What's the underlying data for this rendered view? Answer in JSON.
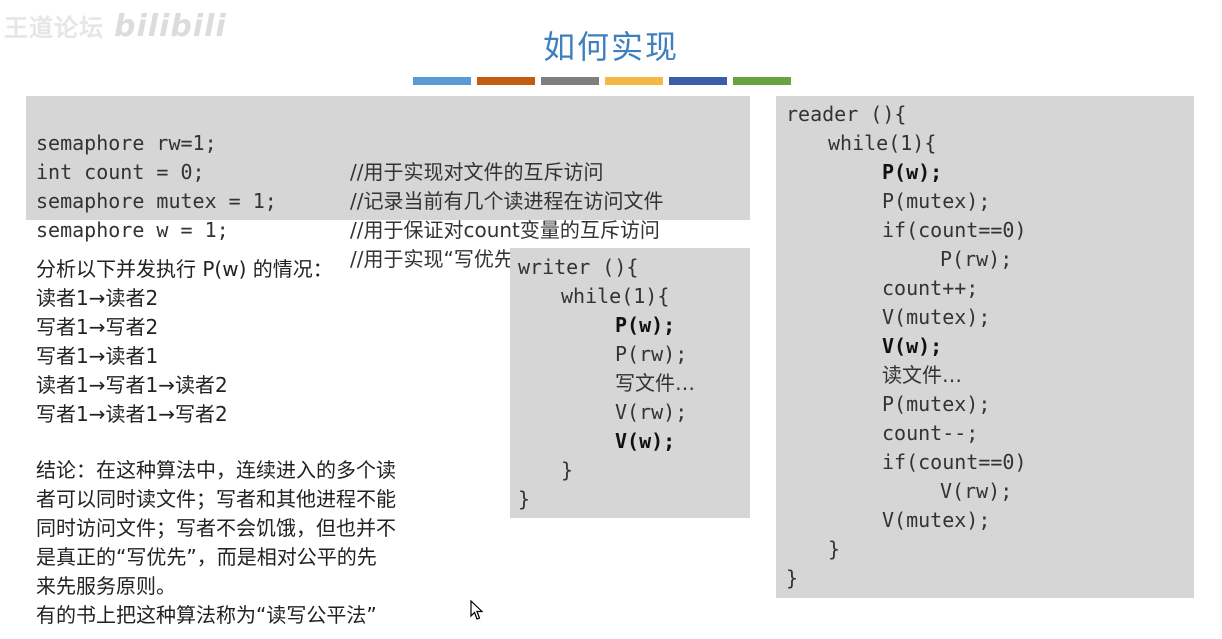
{
  "watermark": {
    "text": "王道论坛",
    "logo": "bilibili"
  },
  "slide_title": "如何实现",
  "title_bar_colors": [
    "#5b9bd5",
    "#c55a11",
    "#7f7f7f",
    "#f4b942",
    "#3a5fa8",
    "#6aa240"
  ],
  "declarations": [
    {
      "code": "semaphore rw=1;",
      "comment": "//用于实现对文件的互斥访问"
    },
    {
      "code": "int count = 0;",
      "comment": "//记录当前有几个读进程在访问文件"
    },
    {
      "code": "semaphore mutex = 1;",
      "comment": "//用于保证对count变量的互斥访问"
    },
    {
      "code": "semaphore w = 1;",
      "comment": "//用于实现“写优先”"
    }
  ],
  "analysis": {
    "heading": "分析以下并发执行 P(w) 的情况：",
    "cases": [
      "读者1→读者2",
      "写者1→写者2",
      "写者1→读者1",
      "读者1→写者1→读者2",
      "写者1→读者1→写者2"
    ]
  },
  "conclusion": {
    "lines": [
      "结论：在这种算法中，连续进入的多个读",
      "者可以同时读文件；写者和其他进程不能",
      "同时访问文件；写者不会饥饿，但也并不",
      "是真正的“写优先”，而是相对公平的先",
      "来先服务原则。",
      "有的书上把这种算法称为“读写公平法”"
    ]
  },
  "writer_code": [
    {
      "text": "writer (){",
      "indent": 0,
      "bold": false
    },
    {
      "text": "while(1){",
      "indent": 1,
      "bold": false
    },
    {
      "text": "P(w);",
      "indent": 2,
      "bold": true
    },
    {
      "text": "P(rw);",
      "indent": 2,
      "bold": false
    },
    {
      "text": "写文件…",
      "indent": 2,
      "bold": false
    },
    {
      "text": "V(rw);",
      "indent": 2,
      "bold": false
    },
    {
      "text": "V(w);",
      "indent": 2,
      "bold": true
    },
    {
      "text": "}",
      "indent": 1,
      "bold": false
    },
    {
      "text": "}",
      "indent": 0,
      "bold": false
    }
  ],
  "reader_code": [
    {
      "text": "reader (){",
      "indent": 0,
      "bold": false
    },
    {
      "text": "while(1){",
      "indent": 1,
      "bold": false
    },
    {
      "text": "P(w);",
      "indent": 2,
      "bold": true
    },
    {
      "text": "P(mutex);",
      "indent": 2,
      "bold": false
    },
    {
      "text": "if(count==0)",
      "indent": 2,
      "bold": false
    },
    {
      "text": "P(rw);",
      "indent": 3,
      "bold": false
    },
    {
      "text": "count++;",
      "indent": 2,
      "bold": false
    },
    {
      "text": "V(mutex);",
      "indent": 2,
      "bold": false
    },
    {
      "text": "V(w);",
      "indent": 2,
      "bold": true
    },
    {
      "text": "读文件…",
      "indent": 2,
      "bold": false
    },
    {
      "text": "P(mutex);",
      "indent": 2,
      "bold": false
    },
    {
      "text": "count--;",
      "indent": 2,
      "bold": false
    },
    {
      "text": "if(count==0)",
      "indent": 2,
      "bold": false
    },
    {
      "text": "V(rw);",
      "indent": 3,
      "bold": false
    },
    {
      "text": "V(mutex);",
      "indent": 2,
      "bold": false
    },
    {
      "text": "}",
      "indent": 1,
      "bold": false
    },
    {
      "text": "}",
      "indent": 0,
      "bold": false
    }
  ],
  "cursor_icon": "mouse-pointer-icon"
}
